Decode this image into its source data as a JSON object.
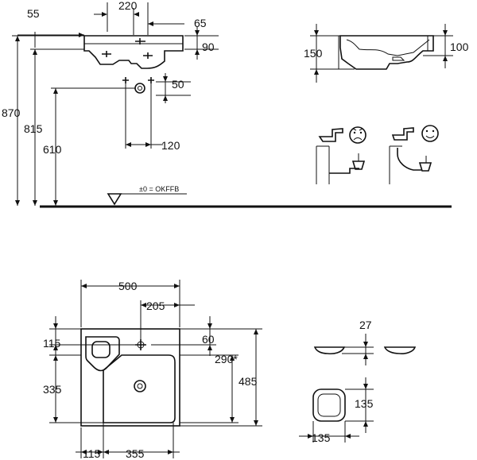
{
  "front_view": {
    "dims": {
      "d55": "55",
      "d220": "220",
      "d65": "65",
      "d90": "90",
      "d50": "50",
      "d870": "870",
      "d815": "815",
      "d610": "610",
      "d120": "120"
    },
    "floor_label": "±0 = OKFFB"
  },
  "side_view": {
    "dims": {
      "d150": "150",
      "d100": "100"
    }
  },
  "plan_view": {
    "dims": {
      "d500": "500",
      "d205": "205",
      "d115_top": "115",
      "d60": "60",
      "d290": "290*",
      "d335": "335",
      "d485": "485",
      "d115_bottom": "115",
      "d355": "355"
    }
  },
  "detail_view": {
    "dims": {
      "d27": "27",
      "d135_right": "135",
      "d135_bottom": "135"
    }
  }
}
